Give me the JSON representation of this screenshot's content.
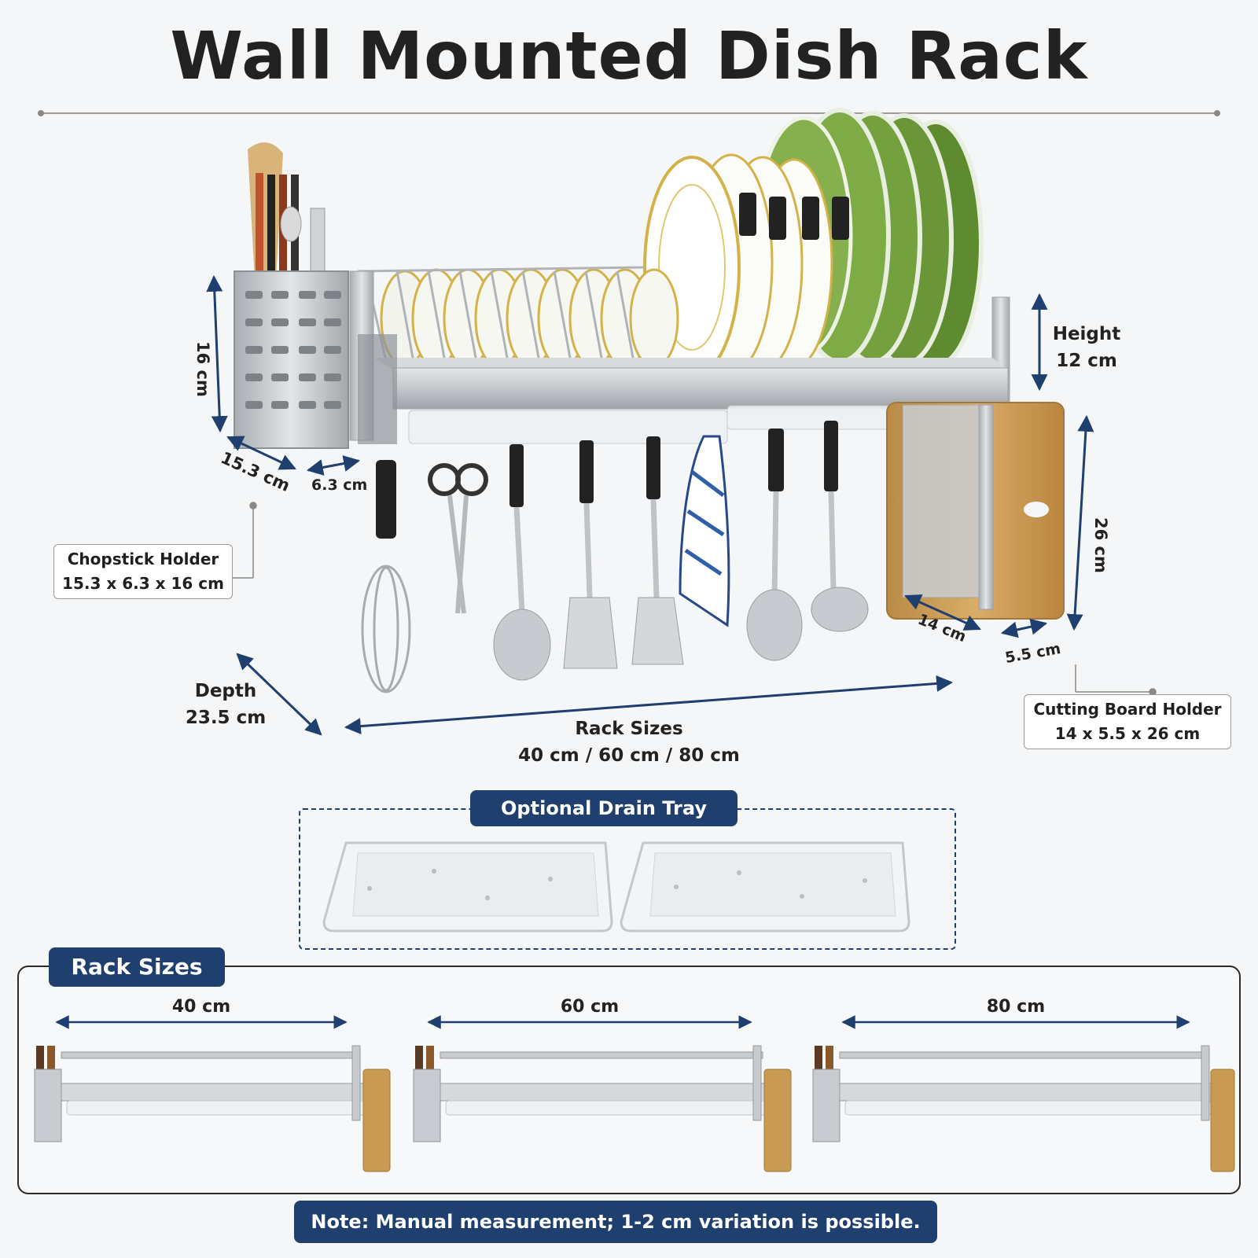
{
  "title": "Wall Mounted Dish Rack",
  "dimensions": {
    "chopstick_height": "16 cm",
    "chopstick_width": "15.3 cm",
    "chopstick_depth": "6.3 cm",
    "height_label": "Height",
    "height_value": "12 cm",
    "board_height": "26 cm",
    "board_width": "14 cm",
    "board_depth": "5.5 cm",
    "depth_label": "Depth",
    "depth_value": "23.5 cm",
    "rack_sizes_label": "Rack Sizes",
    "rack_sizes_value": "40 cm / 60 cm / 80 cm"
  },
  "callouts": {
    "chopstick_title": "Chopstick Holder",
    "chopstick_size": "15.3 x 6.3 x 16 cm",
    "board_title": "Cutting Board Holder",
    "board_size": "14 x 5.5 x 26 cm"
  },
  "drain_tray": {
    "label": "Optional Drain Tray"
  },
  "rack_sizes": {
    "label": "Rack Sizes",
    "sizes": [
      "40 cm",
      "60 cm",
      "80 cm"
    ]
  },
  "note": "Note: Manual measurement; 1-2 cm variation is possible.",
  "colors": {
    "navy": "#1f3f6e",
    "plate_green": "#6f9a3c",
    "plate_gold": "#d4b24a",
    "steel": "#b9bdc2",
    "bamboo": "#c99a52"
  }
}
